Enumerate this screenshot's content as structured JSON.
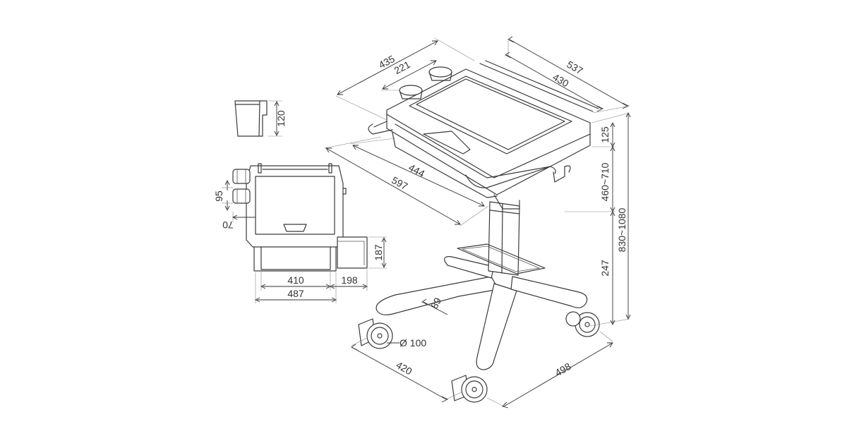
{
  "dimensions": {
    "left_depth": "435",
    "bin_width": "221",
    "right_width": "537",
    "tray_width": "430",
    "keyboard_depth": "444",
    "total_depth": "597",
    "top_height": "125",
    "worksurface_height": "460~710",
    "total_height": "830~1080",
    "column_height": "247",
    "caster_offset": "89",
    "wheel_diameter": "Ø 100",
    "base_depth": "420",
    "base_width": "498",
    "bin_height": "120",
    "bin_spacing": "95",
    "bin_offset": "70",
    "drawer_height": "187",
    "inner_width": "410",
    "outer_width": "487",
    "extension_width": "198"
  }
}
